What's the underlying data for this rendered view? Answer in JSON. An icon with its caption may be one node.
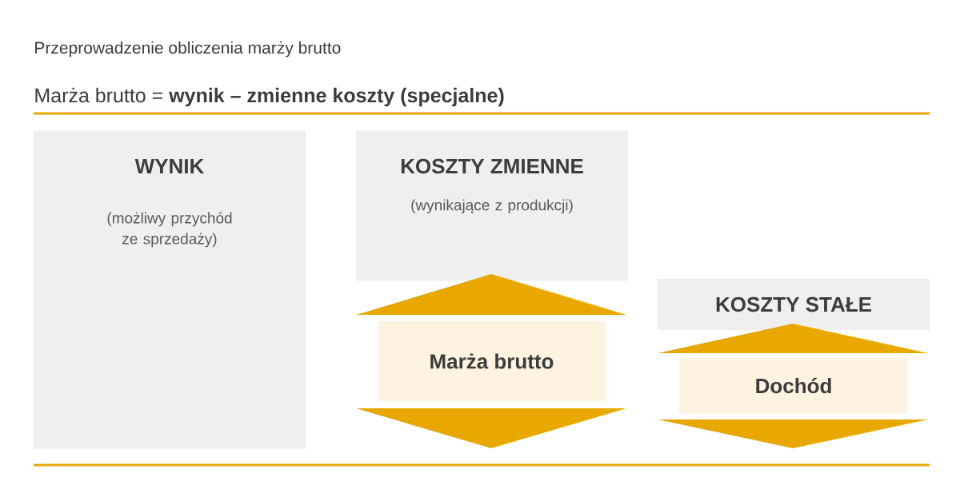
{
  "diagram": {
    "title": "Przeprowadzenie obliczenia marży brutto",
    "nodes": [
      {
        "text": [
          "WYNIK",
          "(możliwy przychód ze sprzedaży)"
        ]
      },
      {
        "text": [
          "KOSZTY ZMIENNE",
          "(wynikające z produkcji)"
        ]
      },
      {
        "text": [
          "Marża brutto"
        ]
      },
      {
        "text": [
          "KOSZTY STAŁE"
        ]
      },
      {
        "text": [
          "Dochód"
        ]
      },
      {
        "text": [],
        "shape": "triangle"
      },
      {
        "text": [],
        "shape": "triangle"
      },
      {
        "text": [],
        "shape": "triangle"
      },
      {
        "text": [],
        "shape": "triangle"
      }
    ],
    "labels": [
      "Marża brutto = **wynik – zmienne koszty (specjalne)**"
    ]
  }
}
